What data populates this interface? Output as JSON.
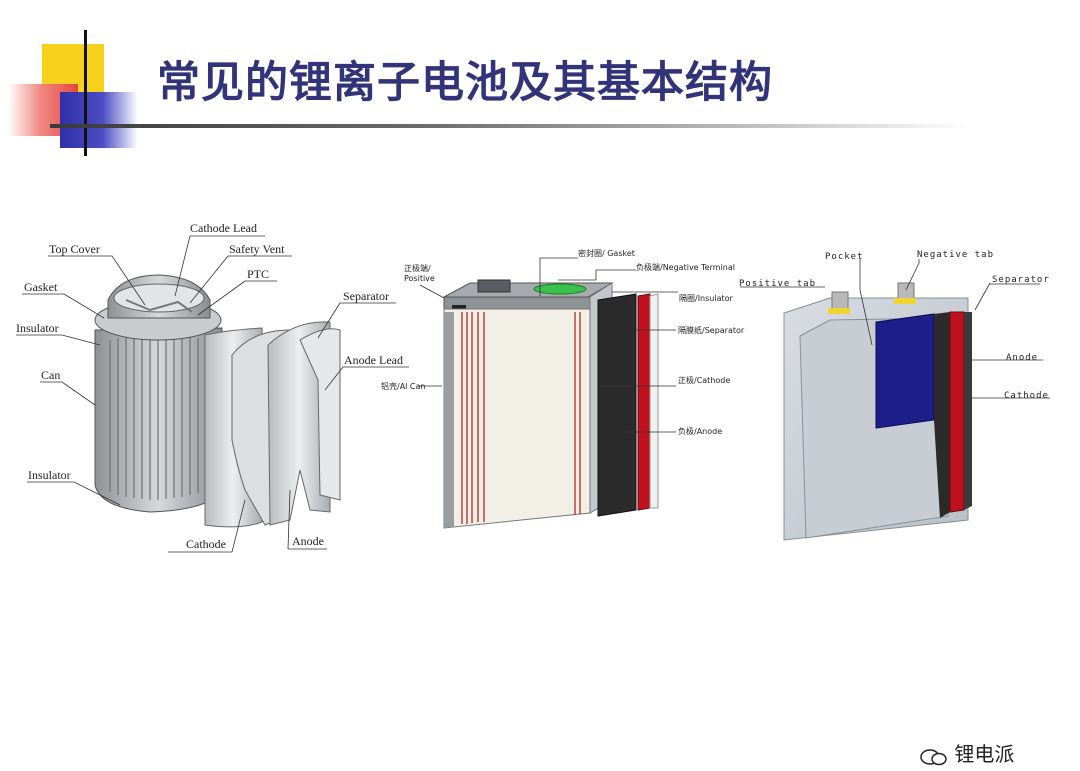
{
  "title": "常见的锂离子电池及其基本结构",
  "colors": {
    "title": "#33337a",
    "deco_yellow": "#f7d21c",
    "deco_red": "#e8463c",
    "deco_blue": "#2f2fa8",
    "cathode_red": "#c0121c",
    "anode_dark": "#2b2b2b",
    "anode_blue": "#1e1e8a",
    "case_gray": "#cfd6de"
  },
  "cylindrical": {
    "labels": {
      "cathode_lead": "Cathode Lead",
      "top_cover": "Top Cover",
      "safety_vent": "Safety Vent",
      "ptc": "PTC",
      "gasket": "Gasket",
      "separator": "Separator",
      "insulator_top": "Insulator",
      "anode_lead": "Anode Lead",
      "can": "Can",
      "insulator_bottom": "Insulator",
      "cathode": "Cathode",
      "anode": "Anode"
    }
  },
  "prismatic": {
    "labels": {
      "positive": "正极端/\nPositive",
      "gasket": "密封圈/ Gasket",
      "negative_terminal": "负极端/Negative Terminal",
      "insulator": "隔圈/Insulator",
      "separator": "隔膜纸/Separator",
      "al_can": "铝壳/Al Can",
      "cathode": "正极/Cathode",
      "anode": "负极/Anode"
    }
  },
  "pouch": {
    "labels": {
      "pocket": "Pocket",
      "negative_tab": "Negative tab",
      "positive_tab": "Positive tab",
      "separator": "Separator",
      "anode": "Anode",
      "cathode": "Cathode"
    }
  },
  "watermark": "锂电派"
}
